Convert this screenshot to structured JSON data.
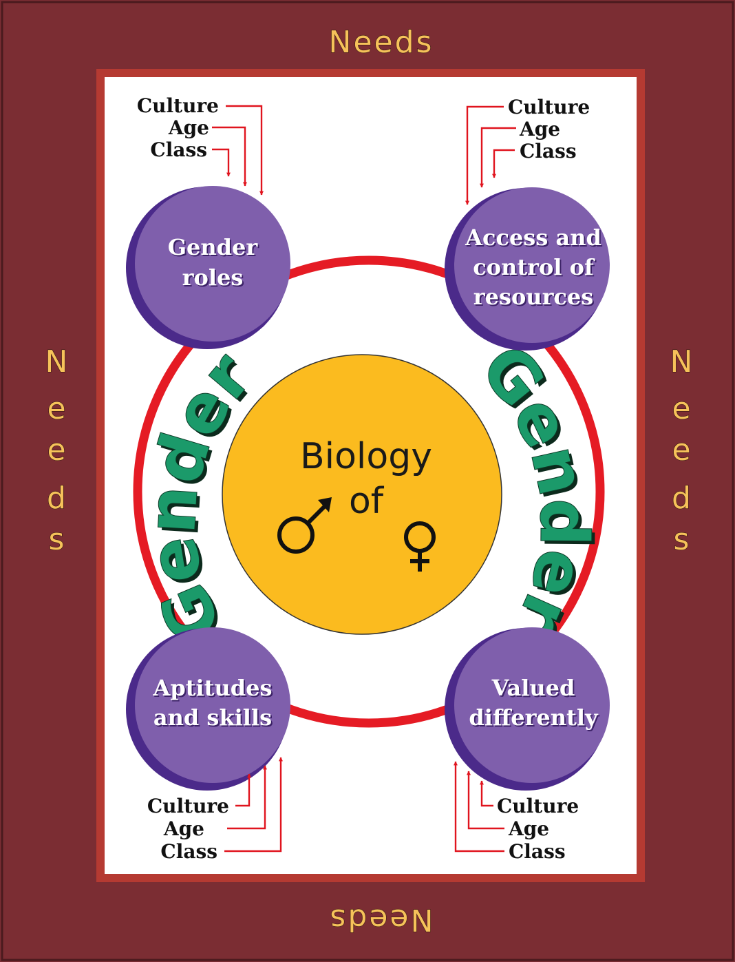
{
  "needs": {
    "top": "Needs",
    "bottom": "Needs",
    "left": [
      "N",
      "e",
      "e",
      "d",
      "s"
    ],
    "right": [
      "N",
      "e",
      "e",
      "d",
      "s"
    ]
  },
  "center": {
    "line1": "Biology",
    "line2": "of",
    "male_symbol": "male-symbol-icon",
    "female_symbol": "female-symbol-icon"
  },
  "ring_label": {
    "left": "Gender",
    "right": "Gender"
  },
  "circles": {
    "top_left": [
      "Gender",
      "roles"
    ],
    "top_right": [
      "Access and",
      "control of",
      "resources"
    ],
    "bottom_left": [
      "Aptitudes",
      "and skills"
    ],
    "bottom_right": [
      "Valued",
      "differently"
    ]
  },
  "factors": {
    "top_left": [
      "Culture",
      "Age",
      "Class"
    ],
    "top_right": [
      "Culture",
      "Age",
      "Class"
    ],
    "bottom_left": [
      "Culture",
      "Age",
      "Class"
    ],
    "bottom_right": [
      "Culture",
      "Age",
      "Class"
    ]
  },
  "colors": {
    "outer_frame": "#7b2d33",
    "inner_border": "#b53a32",
    "panel": "#ffffff",
    "ring": "#e51b24",
    "center_circle": "#fbbb1f",
    "topic_circle": "#7f5fac",
    "topic_circle_shadow": "#4b2a8a",
    "gender_text": "#1b9a6a",
    "needs_text": "#f6c25a",
    "arrows": "#e0141e"
  }
}
